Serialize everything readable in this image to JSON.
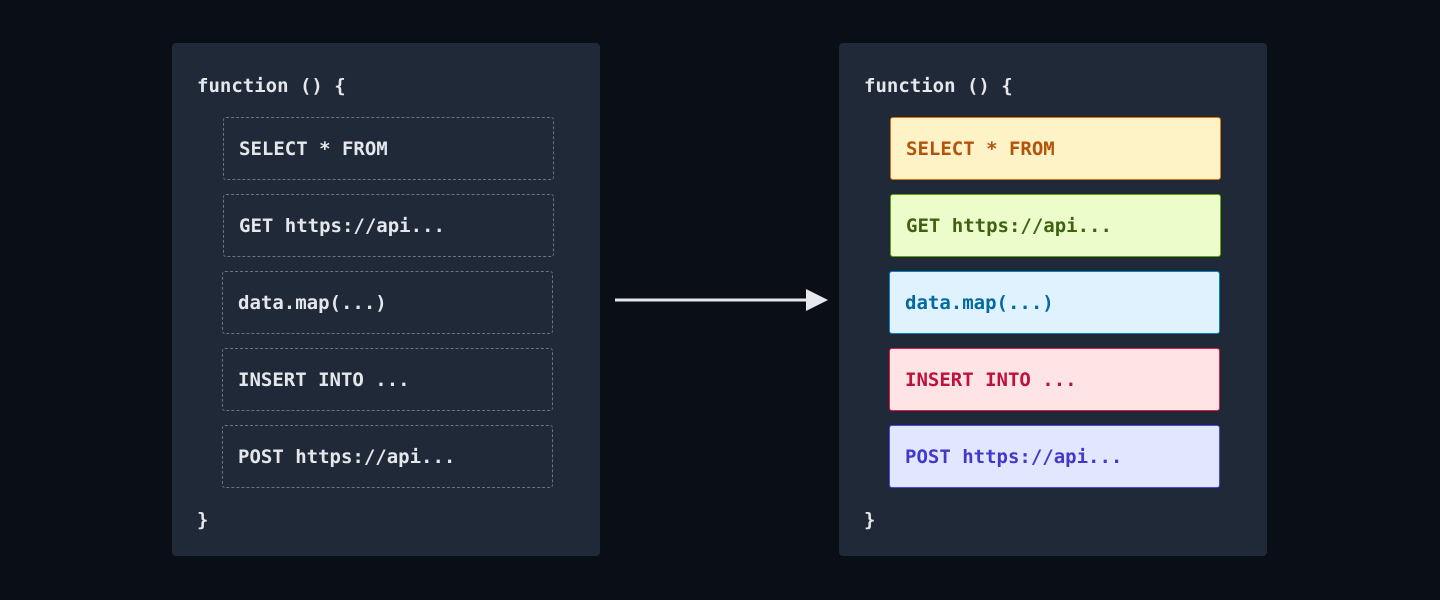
{
  "panels": [
    {
      "open_line": "function () {",
      "close_line": "}",
      "blocks": [
        {
          "label": "SELECT * FROM"
        },
        {
          "label": "GET https://api..."
        },
        {
          "label": "data.map(...)"
        },
        {
          "label": "INSERT INTO ..."
        },
        {
          "label": "POST https://api..."
        }
      ]
    },
    {
      "open_line": "function () {",
      "close_line": "}",
      "blocks": [
        {
          "label": "SELECT * FROM",
          "bg": "#fef3c7",
          "border": "#d97706",
          "text": "#b45309"
        },
        {
          "label": "GET https://api...",
          "bg": "#ecfccb",
          "border": "#65a30d",
          "text": "#3f6212"
        },
        {
          "label": "data.map(...)",
          "bg": "#e0f2fe",
          "border": "#0284c7",
          "text": "#0369a1"
        },
        {
          "label": "INSERT INTO ...",
          "bg": "#ffe4e6",
          "border": "#e11d48",
          "text": "#be123c"
        },
        {
          "label": "POST https://api...",
          "bg": "#e0e7ff",
          "border": "#4f46e5",
          "text": "#4338ca"
        }
      ]
    }
  ],
  "arrow": {
    "direction": "right",
    "color": "#e5e7eb"
  }
}
